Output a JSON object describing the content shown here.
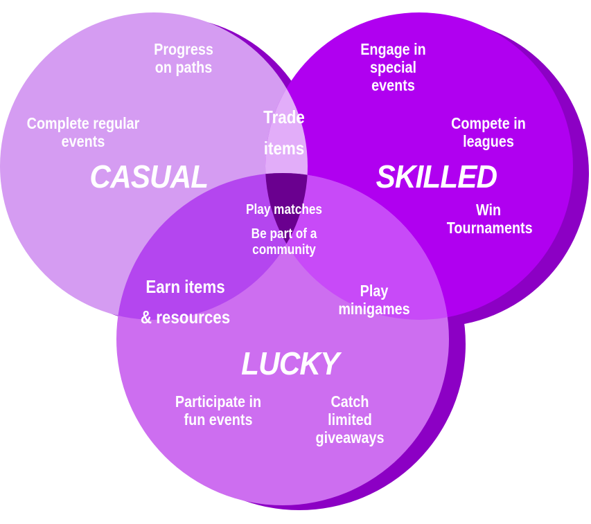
{
  "colors": {
    "casual": "#d59cf2",
    "skilled": "#b000f0",
    "lucky": "#cd6ef0",
    "shadow": "#8c00c4",
    "casual_skilled": "#e2adf9",
    "casual_lucky": "#b446ef",
    "skilled_lucky": "#c84af8",
    "all": "#6a008f"
  },
  "sets": {
    "casual": {
      "label": "CASUAL",
      "items": [
        "Progress on paths",
        "Complete regular events"
      ]
    },
    "skilled": {
      "label": "SKILLED",
      "items": [
        "Engage in special events",
        "Compete in leagues",
        "Win Tournaments"
      ]
    },
    "lucky": {
      "label": "LUCKY",
      "items": [
        "Participate in fun events",
        "Catch limited giveaways"
      ]
    }
  },
  "overlaps": {
    "casual_skilled": [
      "Trade",
      "items"
    ],
    "casual_lucky": [
      "Earn items",
      "& resources"
    ],
    "skilled_lucky": [
      "Play",
      "minigames"
    ],
    "all": [
      "Play matches",
      "Be part of a",
      "community"
    ]
  }
}
